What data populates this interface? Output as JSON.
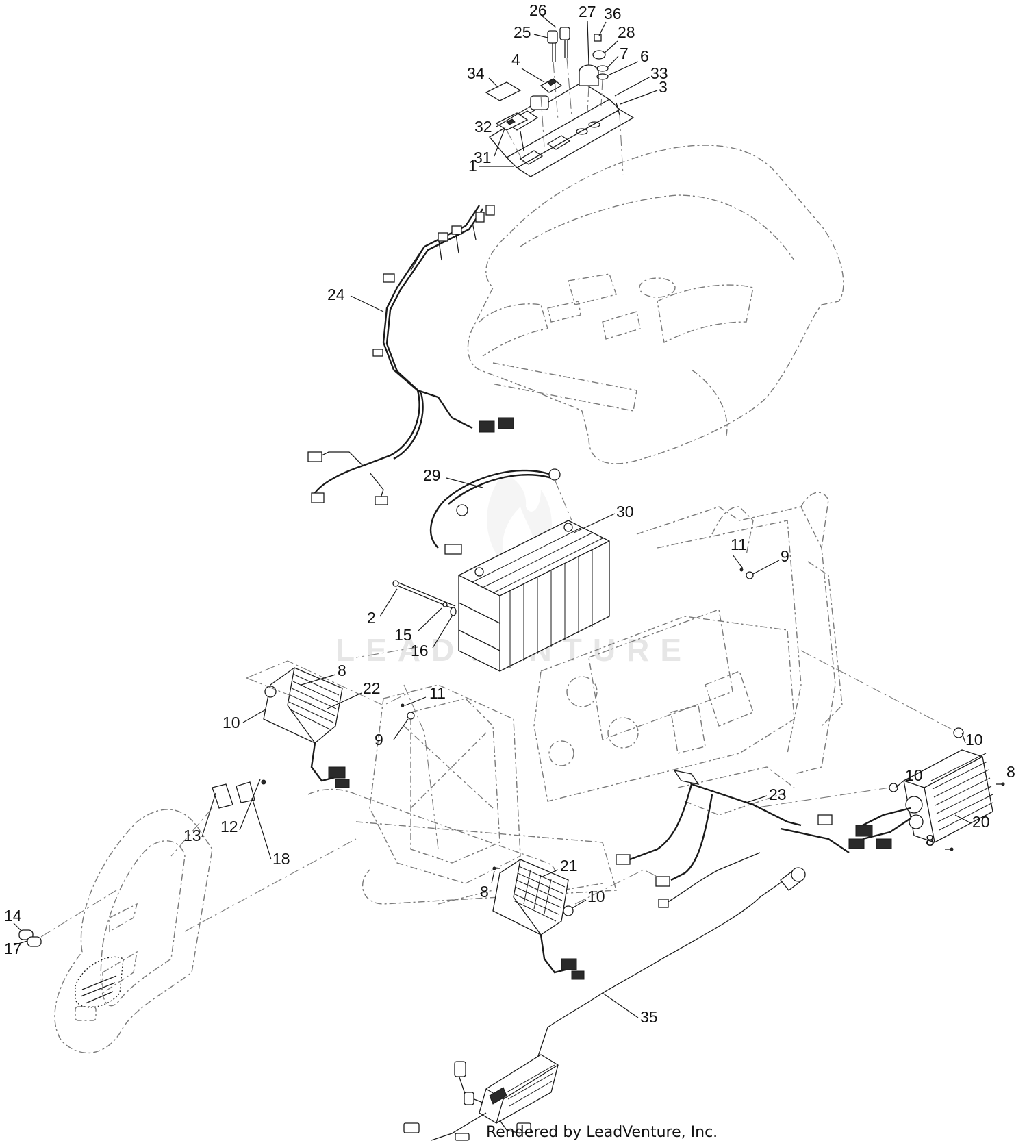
{
  "watermark": "LEADVENTURE",
  "credit": "Rendered by LeadVenture, Inc.",
  "callouts": [
    "26",
    "27",
    "36",
    "25",
    "28",
    "7",
    "6",
    "33",
    "34",
    "4",
    "3",
    "32",
    "31",
    "1",
    "24",
    "29",
    "30",
    "11",
    "9",
    "2",
    "15",
    "16",
    "8",
    "22",
    "11",
    "10",
    "9",
    "10",
    "8",
    "10",
    "23",
    "20",
    "8",
    "12",
    "13",
    "18",
    "21",
    "8",
    "10",
    "14",
    "17",
    "35"
  ]
}
